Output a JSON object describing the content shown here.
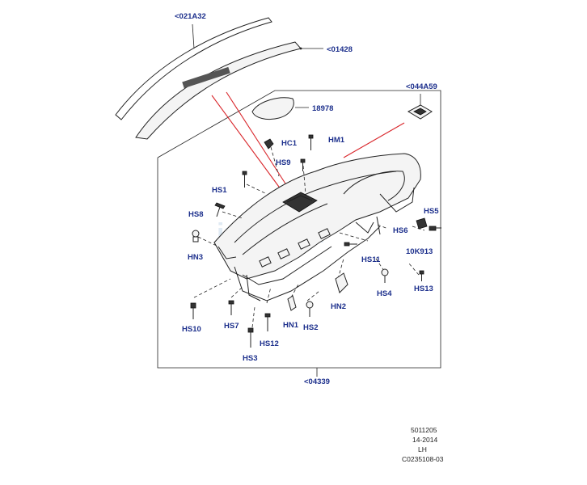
{
  "diagram": {
    "watermark": "informer",
    "labels": {
      "l021a32": "<021A32",
      "l01428": "<01428",
      "l044a59": "<044A59",
      "l18978": "18978",
      "hc1": "HC1",
      "hm1": "HM1",
      "hs9": "HS9",
      "hs1": "HS1",
      "hs8": "HS8",
      "hn3": "HN3",
      "hs5": "HS5",
      "hs6": "HS6",
      "k913": "10K913",
      "hs11": "HS11",
      "hs13": "HS13",
      "hs4": "HS4",
      "hn2": "HN2",
      "hs10": "HS10",
      "hs7": "HS7",
      "hn1": "HN1",
      "hs2": "HS2",
      "hs12": "HS12",
      "hs3": "HS3",
      "l04339": "<04339"
    },
    "footer": {
      "code": "5011205",
      "year": "14-2014",
      "side": "LH",
      "ref": "C0235108-03"
    }
  }
}
